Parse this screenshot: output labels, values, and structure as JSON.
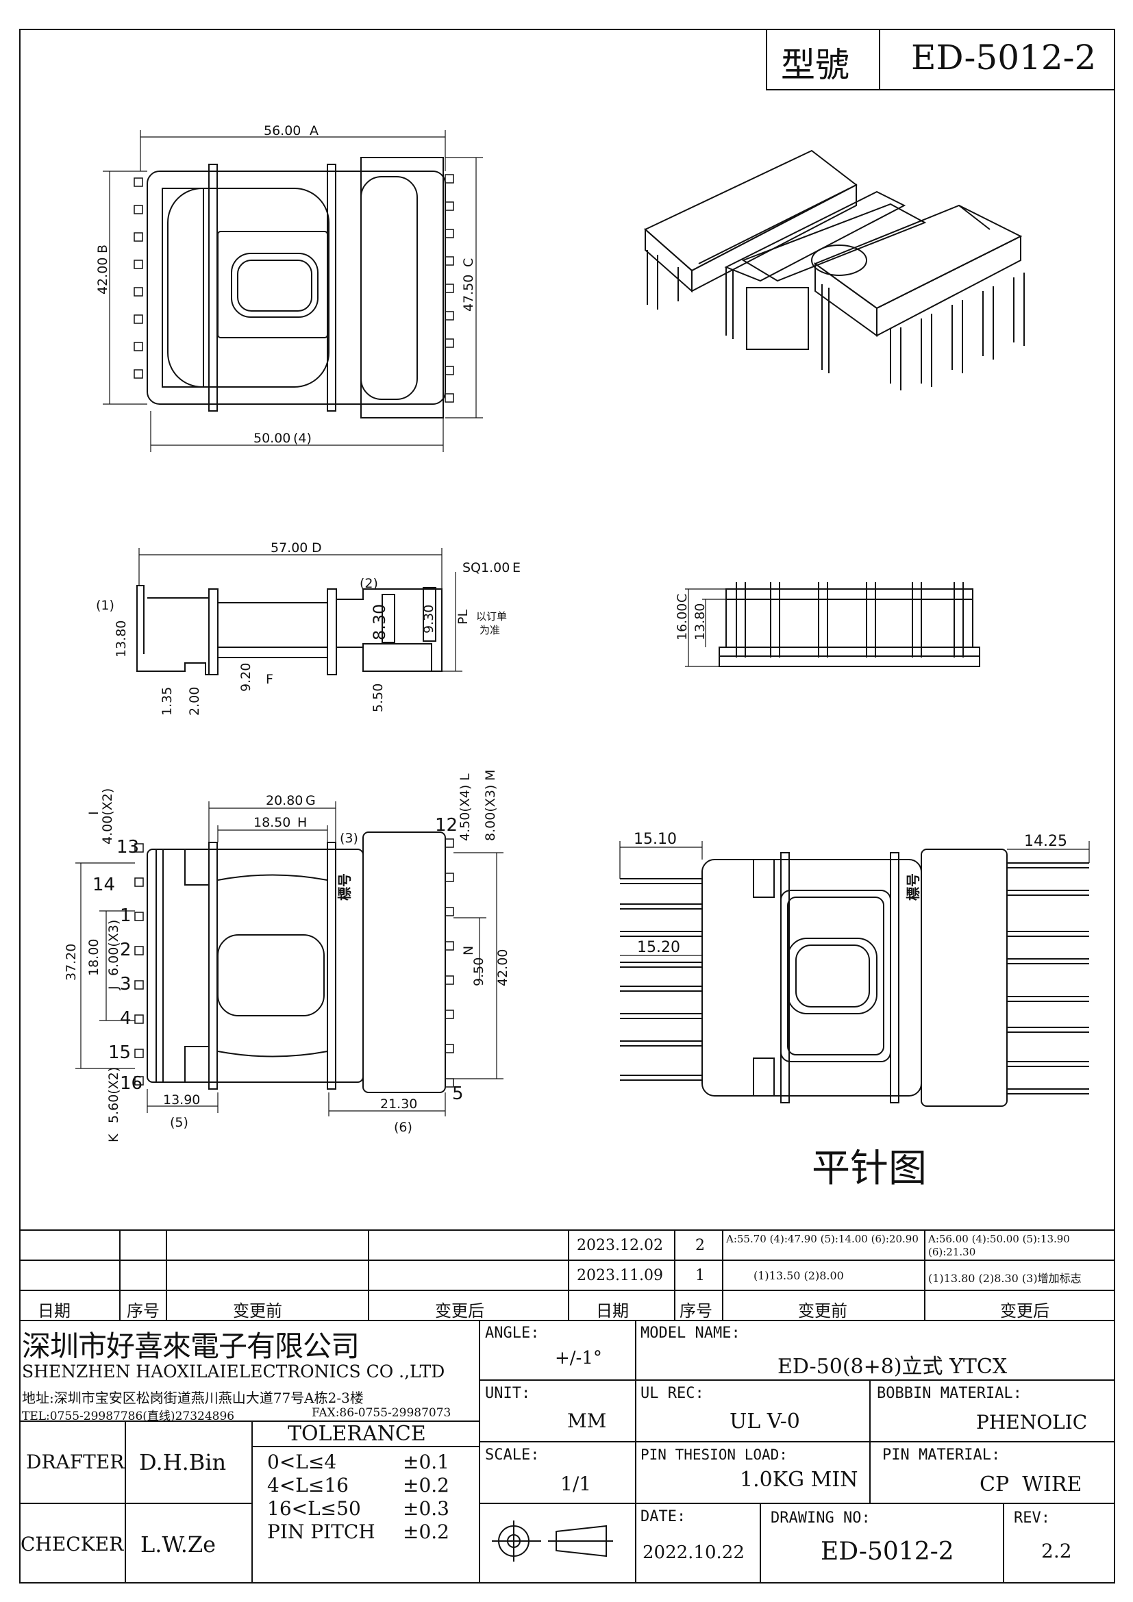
{
  "header": {
    "model_label": "型號",
    "model_value": "ED-5012-2"
  },
  "views": {
    "top": {
      "width_a": "56.00",
      "circle_a": "A",
      "height_b": "42.00",
      "circle_b": "B",
      "height_c": "47.50",
      "circle_c": "C",
      "width_4": "50.00",
      "paren_4": "(4)"
    },
    "side": {
      "width_d": "57.00",
      "circle_d": "D",
      "sq": "SQ1.00",
      "circle_e": "E",
      "h1": "13.80",
      "p1": "(1)",
      "h2": "(2)",
      "v830": "8.30",
      "v930": "9.30",
      "pl": "PL",
      "note1": "以订单",
      "note2": "为准",
      "v920": "9.20",
      "circle_f": "F",
      "v550": "5.50",
      "v135": "1.35",
      "v200": "2.00"
    },
    "front": {
      "v1600": "16.00",
      "circle_c2": "C",
      "v1380": "13.80"
    },
    "bottom": {
      "v2080": "20.80",
      "circle_g": "G",
      "v1850": "18.50",
      "circle_h": "H",
      "p3": "(3)",
      "v450x4": "4.50(X4)",
      "circle_l": "L",
      "v800x3": "8.00(X3)",
      "circle_m": "M",
      "v400x2": "4.00(X2)",
      "circle_i": "I",
      "v3720": "37.20",
      "v1800": "18.00",
      "v600x3": "6.00(X3)",
      "circle_j": "J",
      "v950": "9.50",
      "circle_n": "N",
      "v4200": "42.00",
      "v560x2": "5.60(X2)",
      "circle_k": "K",
      "v1390": "13.90",
      "p5": "(5)",
      "v2130": "21.30",
      "p6": "(6)",
      "mark": "標号",
      "pins": [
        "13",
        "14",
        "1",
        "2",
        "3",
        "4",
        "15",
        "16",
        "12",
        "5"
      ]
    },
    "flat": {
      "v1510": "15.10",
      "v1425": "14.25",
      "v1520": "15.20",
      "mark": "標号",
      "title": "平针图"
    }
  },
  "revisions": {
    "rows": [
      {
        "date": "2023.12.02",
        "seq": "2",
        "before": "A:55.70 (4):47.90 (5):14.00 (6):20.90",
        "after": "A:56.00 (4):50.00 (5):13.90 (6):21.30"
      },
      {
        "date": "2023.11.09",
        "seq": "1",
        "before": "(1)13.50  (2)8.00",
        "after": "(1)13.80 (2)8.30 (3)增加标志"
      }
    ],
    "headers": {
      "date": "日期",
      "seq": "序号",
      "before": "变更前",
      "after": "变更后"
    }
  },
  "titleblock": {
    "company_cn": "深圳市好喜來電子有限公司",
    "company_en": "SHENZHEN HAOXILAIELECTRONICS CO .,LTD",
    "address": "地址:深圳市宝安区松岗街道燕川燕山大道77号A栋2-3楼",
    "tel": "TEL:0755-29987786(直线)27324896",
    "fax": "FAX:86-0755-29987073",
    "angle_label": "ANGLE:",
    "angle_value": "+/-1°",
    "unit_label": "UNIT:",
    "unit_value": "MM",
    "scale_label": "SCALE:",
    "scale_value": "1/1",
    "model_label": "MODEL NAME:",
    "model_value": "ED-50(8+8)立式  YTCX",
    "ul_label": "UL REC:",
    "ul_value": "UL V-0",
    "bobbin_label": "BOBBIN MATERIAL:",
    "bobbin_value": "PHENOLIC",
    "load_label": "PIN THESION LOAD:",
    "load_value": "1.0KG MIN",
    "pinmat_label": "PIN MATERIAL:",
    "pinmat_value": "CP  WIRE",
    "date_label": "DATE:",
    "date_value": "2022.10.22",
    "drawing_label": "DRAWING NO:",
    "drawing_value": "ED-5012-2",
    "rev_label": "REV:",
    "rev_value": "2.2",
    "drafter_label": "DRAFTER",
    "drafter_value": "D.H.Bin",
    "checker_label": "CHECKER",
    "checker_value": "L.W.Ze",
    "tolerance_title": "TOLERANCE",
    "tolerance": [
      {
        "range": "0<L≤4",
        "value": "±0.1"
      },
      {
        "range": "4<L≤16",
        "value": "±0.2"
      },
      {
        "range": "16<L≤50",
        "value": "±0.3"
      },
      {
        "range": "PIN PITCH",
        "value": "±0.2"
      }
    ]
  }
}
